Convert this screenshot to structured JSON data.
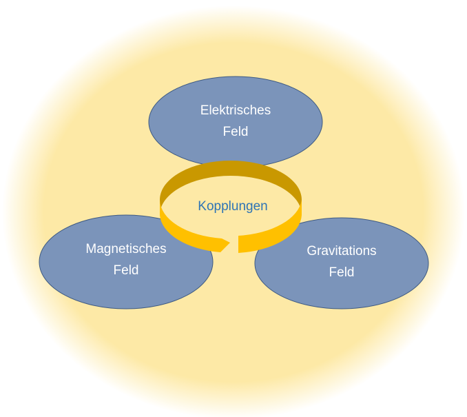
{
  "diagram": {
    "center_label": "Kopplungen",
    "nodes": [
      {
        "id": "electric",
        "line1": "Elektrisches",
        "line2": "Feld"
      },
      {
        "id": "magnetic",
        "line1": "Magnetisches",
        "line2": "Feld"
      },
      {
        "id": "gravity",
        "line1": "Gravitations",
        "line2": "Feld"
      }
    ]
  },
  "colors": {
    "glow_inner": "#FDE9A6",
    "node_fill": "#7B94BA",
    "node_stroke": "#3E5A82",
    "ring_back": "#C99800",
    "ring_front": "#FFC000",
    "center_text": "#2E74B5",
    "node_text": "#FFFFFF"
  }
}
